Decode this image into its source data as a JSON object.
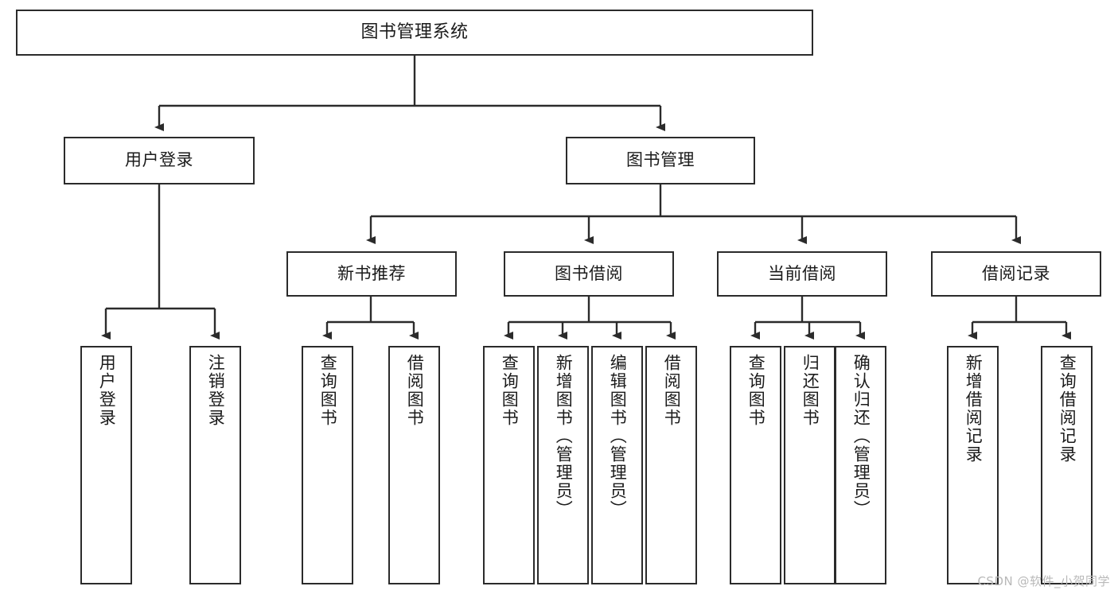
{
  "diagram": {
    "title": "图书管理系统",
    "type": "tree",
    "root": {
      "label": "图书管理系统"
    },
    "level2": [
      {
        "label": "用户登录"
      },
      {
        "label": "图书管理"
      }
    ],
    "level3": [
      {
        "label": "新书推荐"
      },
      {
        "label": "图书借阅"
      },
      {
        "label": "当前借阅"
      },
      {
        "label": "借阅记录"
      }
    ],
    "leaves": {
      "user_login": [
        {
          "label": "用户登录"
        },
        {
          "label": "注销登录"
        }
      ],
      "new_book_recommend": [
        {
          "label": "查询图书"
        },
        {
          "label": "借阅图书"
        }
      ],
      "book_borrow": [
        {
          "label": "查询图书"
        },
        {
          "label": "新增图书（管理员）"
        },
        {
          "label": "编辑图书（管理员）"
        },
        {
          "label": "借阅图书"
        }
      ],
      "current_borrow": [
        {
          "label": "查询图书"
        },
        {
          "label": "归还图书"
        },
        {
          "label": "确认归还（管理员）"
        }
      ],
      "borrow_record": [
        {
          "label": "新增借阅记录"
        },
        {
          "label": "查询借阅记录"
        }
      ]
    }
  },
  "watermark": {
    "text": "CSDN @软件_小贺同学"
  },
  "colors": {
    "border": "#2b2b2b",
    "background": "#ffffff",
    "text": "#1b1b1b",
    "watermark": "#b9b9b9"
  }
}
